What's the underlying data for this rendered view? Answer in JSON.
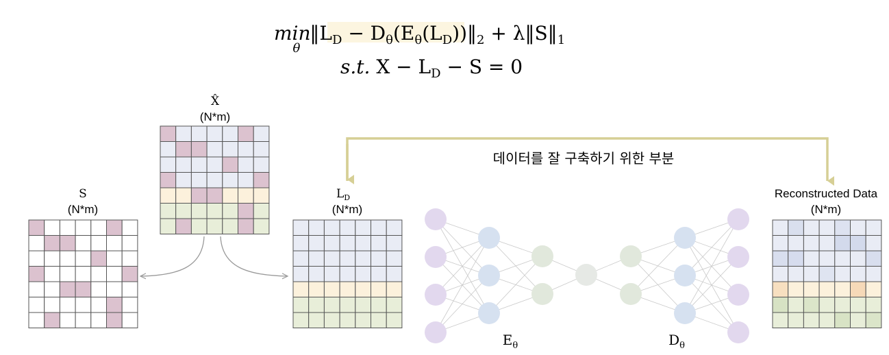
{
  "formula": {
    "line1_min": "min",
    "line1_sub": "θ",
    "line1_norm_open": "‖",
    "line1_L": "L",
    "line1_L_sub": "D",
    "line1_minus": " − D",
    "line1_D_sub": "θ",
    "line1_E": "(E",
    "line1_E_sub": "θ",
    "line1_L2": "(L",
    "line1_L2_sub": "D",
    "line1_close": "))‖",
    "line1_norm2": "2",
    "line1_plus": " + λ‖S‖",
    "line1_norm1": "1",
    "line2_st": "s.t.",
    "line2_body": " X − L",
    "line2_sub": "D",
    "line2_tail": " − S  =  0"
  },
  "matrices": {
    "xhat": {
      "symbol": "X̂",
      "dims": "(N*m)"
    },
    "s": {
      "symbol": "S",
      "dims": "(N*m)"
    },
    "ld": {
      "symbol": "L",
      "symbol_sub": "D",
      "dims": "(N*m)"
    },
    "recon": {
      "title": "Reconstructed Data",
      "dims": "(N*m)"
    }
  },
  "annotation": "데이터를 잘 구축하기 위한 부분",
  "network": {
    "encoder": "E",
    "encoder_sub": "θ",
    "decoder": "D",
    "decoder_sub": "θ"
  },
  "colors": {
    "pink": "#dcc2cf",
    "blue": "#e9ecf5",
    "cream": "#fcf1dc",
    "green": "#e8eed9",
    "arrow": "#d6cf95",
    "node_purple": "#e2d8ee",
    "node_blue": "#d6e1f0",
    "node_green": "#e1e8dc",
    "node_gray": "#e6e9e5"
  }
}
